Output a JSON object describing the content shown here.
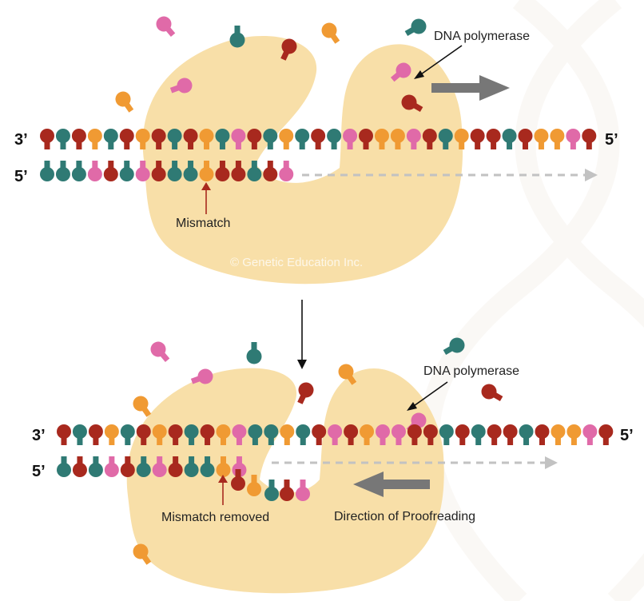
{
  "colors": {
    "red": "#a8291e",
    "teal": "#2f7a74",
    "orange": "#f09a33",
    "pink": "#e06aa8",
    "enzyme": "#f8dfa8",
    "arrow_dark": "#777777",
    "arrow_light": "#c2c2c2",
    "pointer_red": "#a8291e"
  },
  "top": {
    "label_polymerase": "DNA polymerase",
    "label_mismatch": "Mismatch",
    "watermark": "© Genetic Education Inc.",
    "end_top_left": "3’",
    "end_top_right": "5’",
    "end_bottom_left": "5’",
    "template_strand": [
      "red",
      "teal",
      "red",
      "orange",
      "teal",
      "red",
      "orange",
      "red",
      "teal",
      "red",
      "orange",
      "teal",
      "pink",
      "red",
      "teal",
      "orange",
      "teal",
      "red",
      "teal",
      "pink",
      "red",
      "orange",
      "orange",
      "pink",
      "red",
      "teal",
      "orange",
      "red",
      "red",
      "teal",
      "red",
      "orange",
      "orange",
      "pink",
      "red"
    ],
    "new_strand": [
      "teal",
      "teal",
      "teal",
      "pink",
      "red",
      "teal",
      "pink",
      "red",
      "teal",
      "teal",
      "orange",
      "red",
      "red",
      "teal",
      "red",
      "pink"
    ]
  },
  "bottom": {
    "label_polymerase": "DNA polymerase",
    "label_mismatch_removed": "Mismatch removed",
    "label_direction": "Direction of Proofreading",
    "end_top_left": "3’",
    "end_top_right": "5’",
    "end_bottom_left": "5’",
    "template_strand": [
      "red",
      "teal",
      "red",
      "orange",
      "teal",
      "red",
      "orange",
      "red",
      "teal",
      "red",
      "orange",
      "pink",
      "teal",
      "teal",
      "orange",
      "teal",
      "red",
      "pink",
      "red",
      "orange",
      "pink",
      "pink",
      "red",
      "red",
      "teal",
      "red",
      "teal",
      "red",
      "red",
      "teal",
      "red",
      "orange",
      "orange",
      "pink",
      "red"
    ],
    "new_strand": [
      "teal",
      "red",
      "teal",
      "pink",
      "red",
      "teal",
      "pink",
      "red",
      "teal",
      "teal",
      "orange",
      "pink"
    ],
    "removed_nucleotides": [
      "red",
      "orange",
      "teal",
      "red",
      "pink"
    ]
  }
}
